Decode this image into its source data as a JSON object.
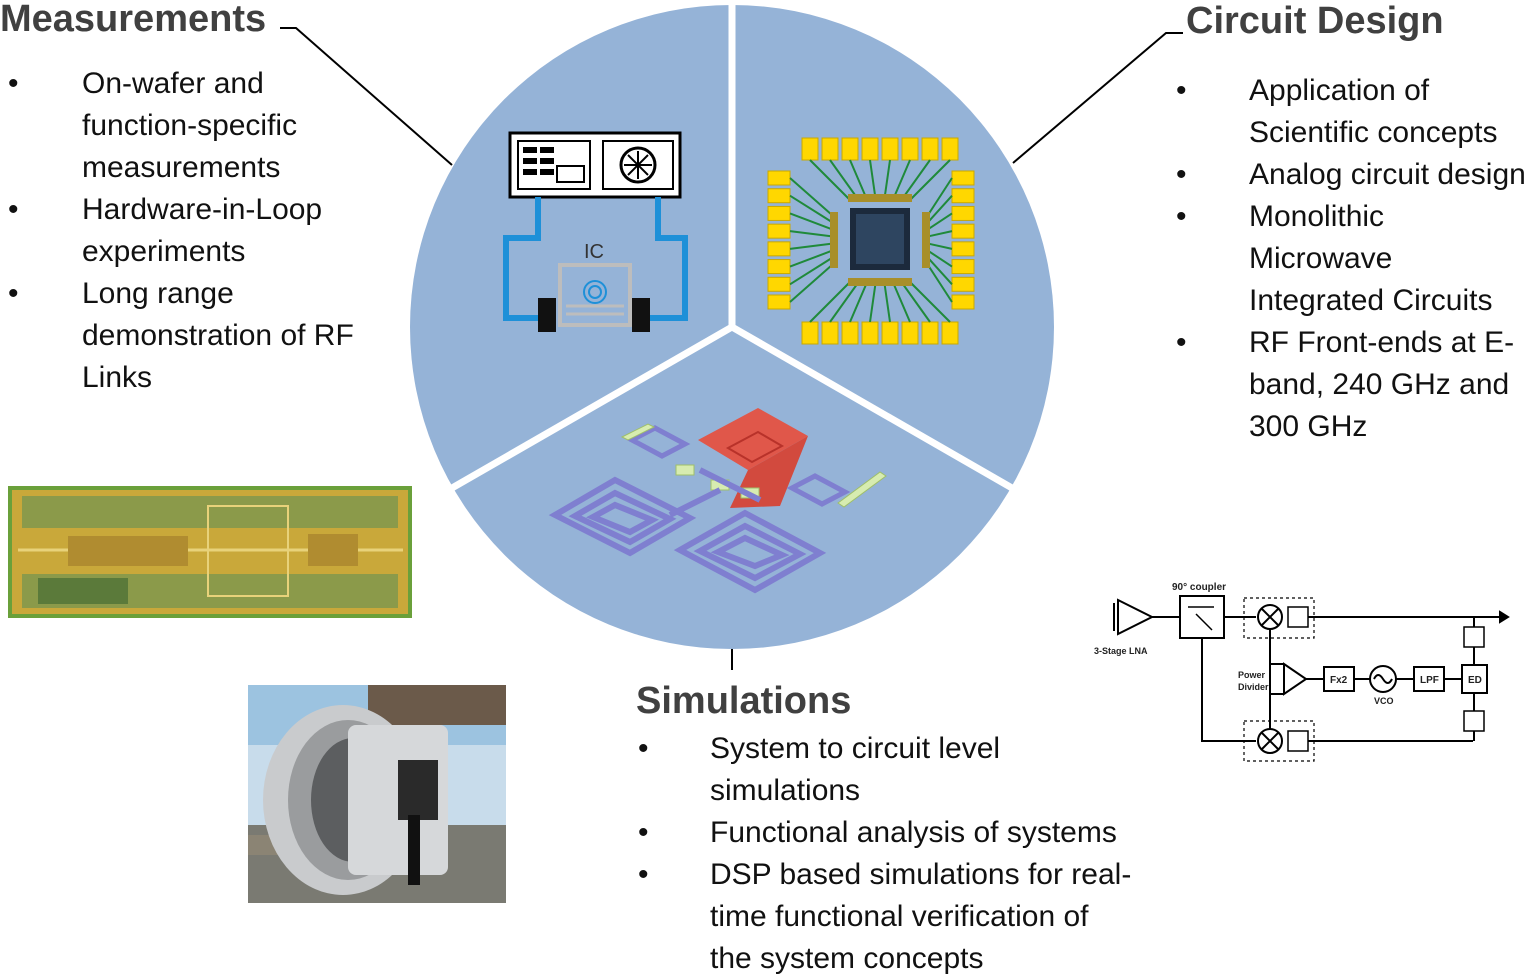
{
  "measurements": {
    "title": "Measurements",
    "items": [
      {
        "lines": [
          "On-wafer and",
          "function-specific",
          "measurements"
        ]
      },
      {
        "lines": [
          "Hardware-in-Loop",
          "experiments"
        ]
      },
      {
        "lines": [
          "Long range",
          "demonstration of RF",
          "Links"
        ]
      }
    ]
  },
  "circuit_design": {
    "title": "Circuit Design",
    "items": [
      {
        "lines": [
          "Application of",
          "Scientific concepts"
        ]
      },
      {
        "lines": [
          "Analog circuit design"
        ]
      },
      {
        "lines": [
          "Monolithic",
          "Microwave",
          "Integrated Circuits"
        ]
      },
      {
        "lines": [
          "RF Front-ends at E-",
          "band, 240 GHz and",
          "300 GHz"
        ]
      }
    ]
  },
  "simulations": {
    "title": "Simulations",
    "items": [
      {
        "lines": [
          "System to circuit level",
          "simulations"
        ]
      },
      {
        "lines": [
          "Functional analysis of systems"
        ]
      },
      {
        "lines": [
          "DSP based simulations for real-",
          "time functional verification of",
          "the system  concepts"
        ]
      }
    ]
  },
  "bullet_glyph": "•",
  "ic_label": "IC",
  "block_diagram": {
    "coupler": "90° coupler",
    "lna": "3-Stage LNA",
    "power_divider_1": "Power",
    "power_divider_2": "Divider",
    "fx2": "Fx2",
    "vco": "VCO",
    "lpf": "LPF",
    "ed": "ED"
  },
  "colors": {
    "circle": "#95b3d7",
    "heading": "#404040",
    "pad": "#ffd700",
    "wire_blue": "#1e90d8",
    "chip_gold": "#d4aa2c",
    "inductor": "#8f8fd8",
    "pad_red": "#e0574a"
  }
}
